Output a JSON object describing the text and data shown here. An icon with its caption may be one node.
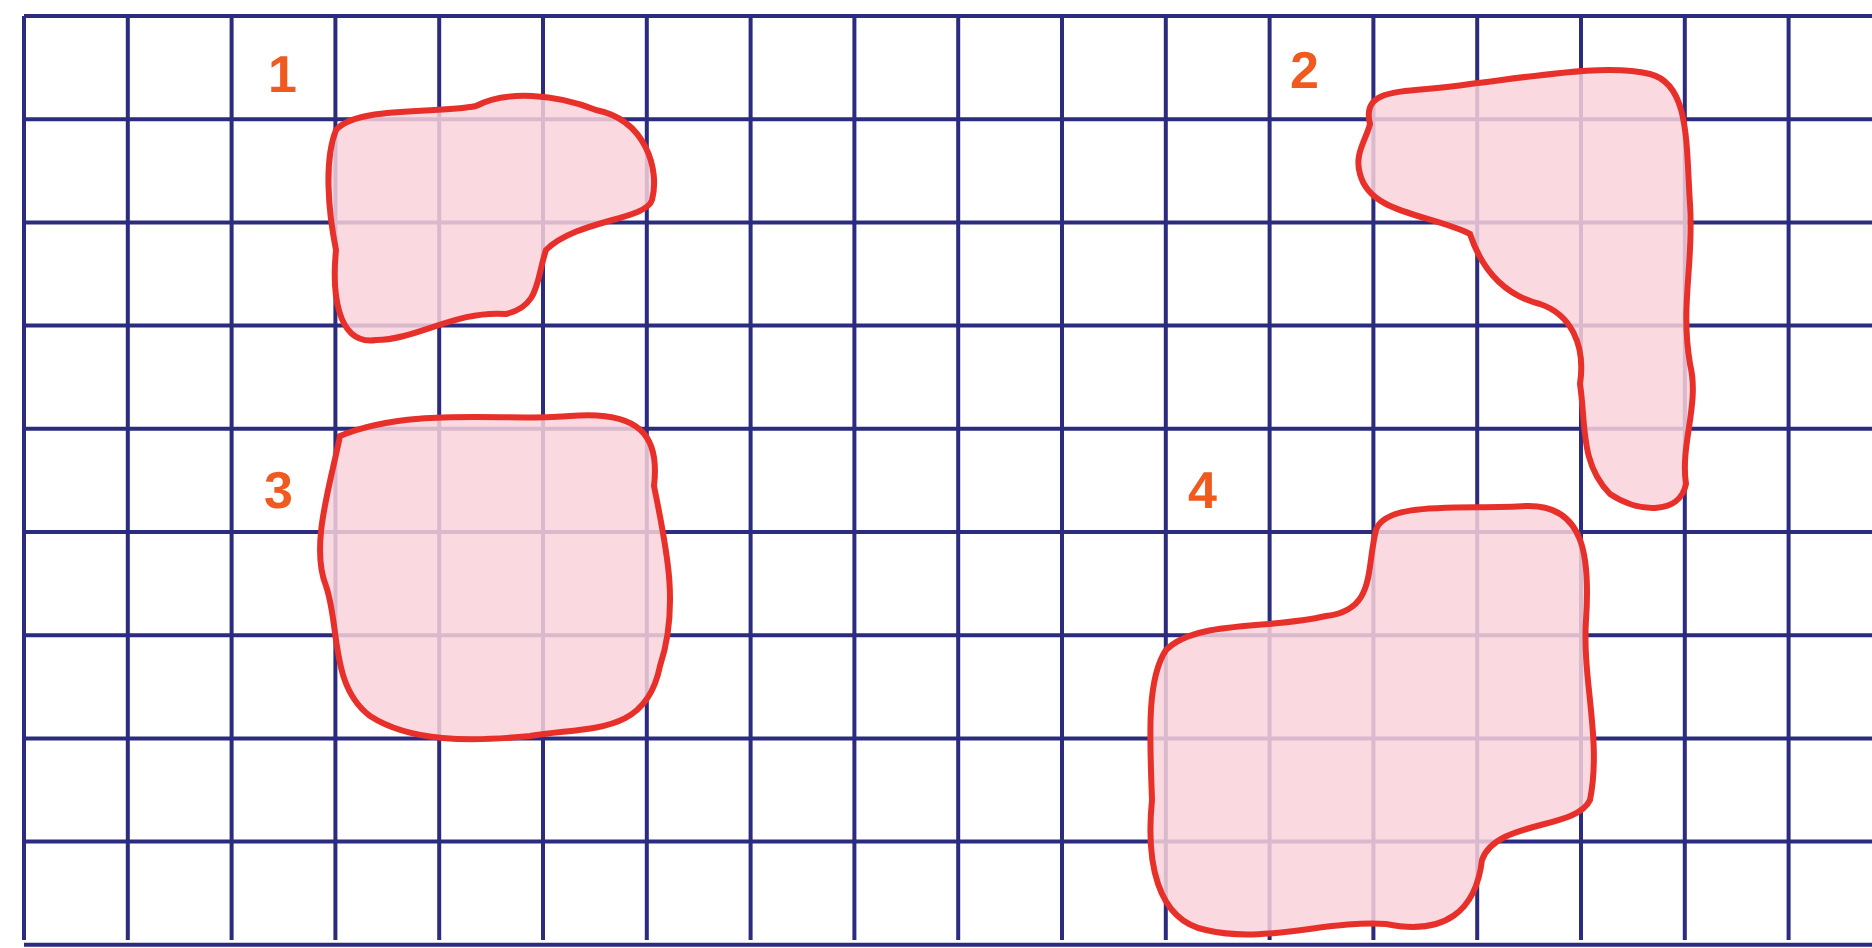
{
  "diagram": {
    "nodes": [
      {
        "text": [],
        "shape": "blob",
        "beside": [
          "1"
        ]
      },
      {
        "text": [],
        "shape": "blob",
        "beside": [
          "2"
        ]
      },
      {
        "text": [],
        "shape": "blob",
        "beside": [
          "3"
        ]
      },
      {
        "text": [],
        "shape": "blob",
        "beside": [
          "4"
        ]
      }
    ],
    "edges": []
  }
}
